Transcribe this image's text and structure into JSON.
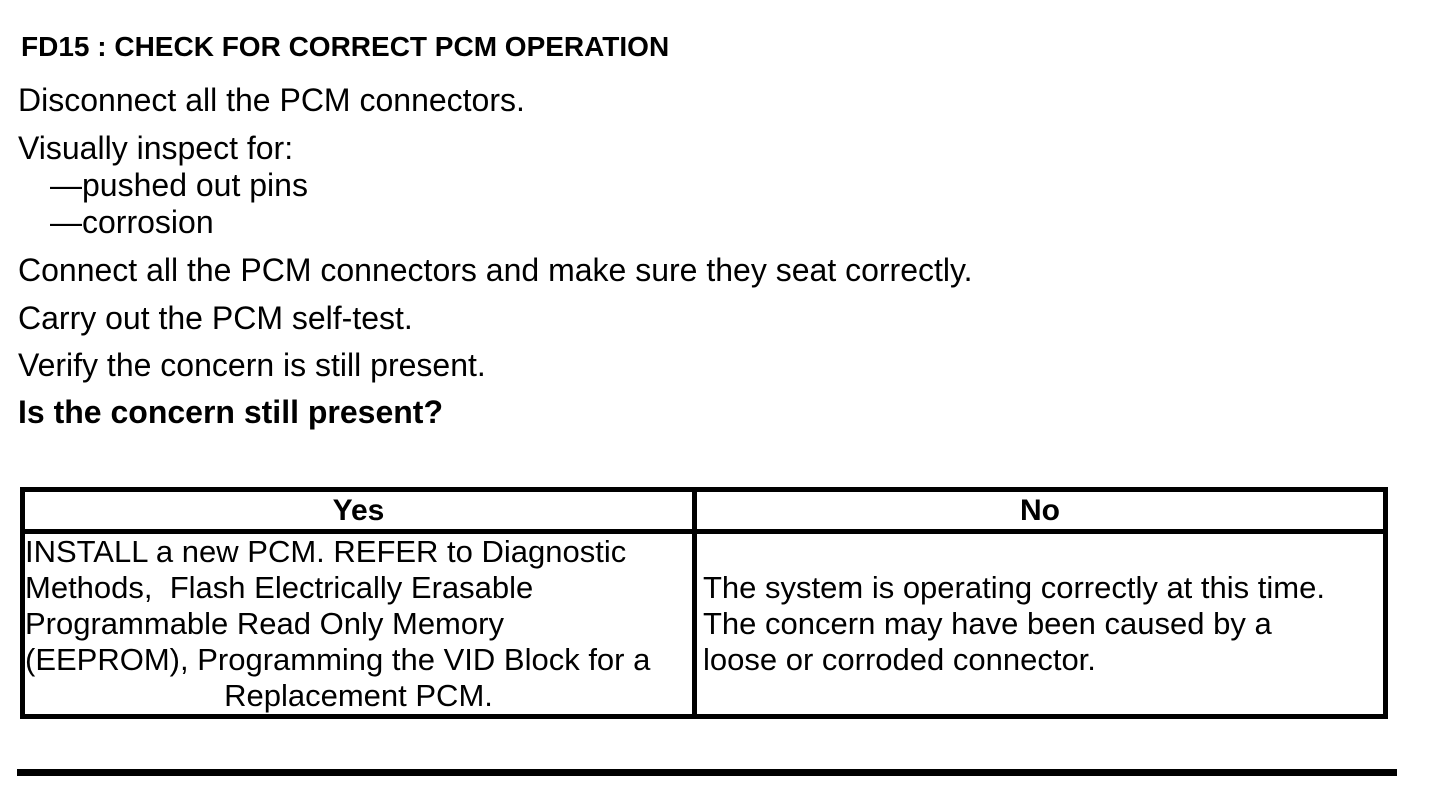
{
  "document": {
    "heading": "FD15 : CHECK FOR CORRECT PCM OPERATION",
    "steps": {
      "step1": "Disconnect all the PCM connectors.",
      "inspect_label": "Visually inspect for:",
      "inspect_items": [
        "—pushed out pins",
        "—corrosion"
      ],
      "step3": "Connect all the PCM connectors and make sure they seat correctly.",
      "step4": "Carry out the PCM self-test.",
      "step5": "Verify the concern is still present.",
      "question": "Is the concern still present?"
    },
    "table": {
      "headers": {
        "yes": "Yes",
        "no": "No"
      },
      "yes_lines": [
        "INSTALL a new PCM. REFER to Diagnostic",
        "Methods,  Flash Electrically Erasable",
        "Programmable Read Only Memory",
        "(EEPROM), Programming the VID Block for a",
        "Replacement PCM."
      ],
      "no_lines": [
        "The system is operating correctly at this time.",
        "The concern may have been caused by a",
        "loose or corroded connector."
      ]
    },
    "colors": {
      "text": "#000000",
      "background": "#ffffff",
      "border": "#000000"
    }
  }
}
